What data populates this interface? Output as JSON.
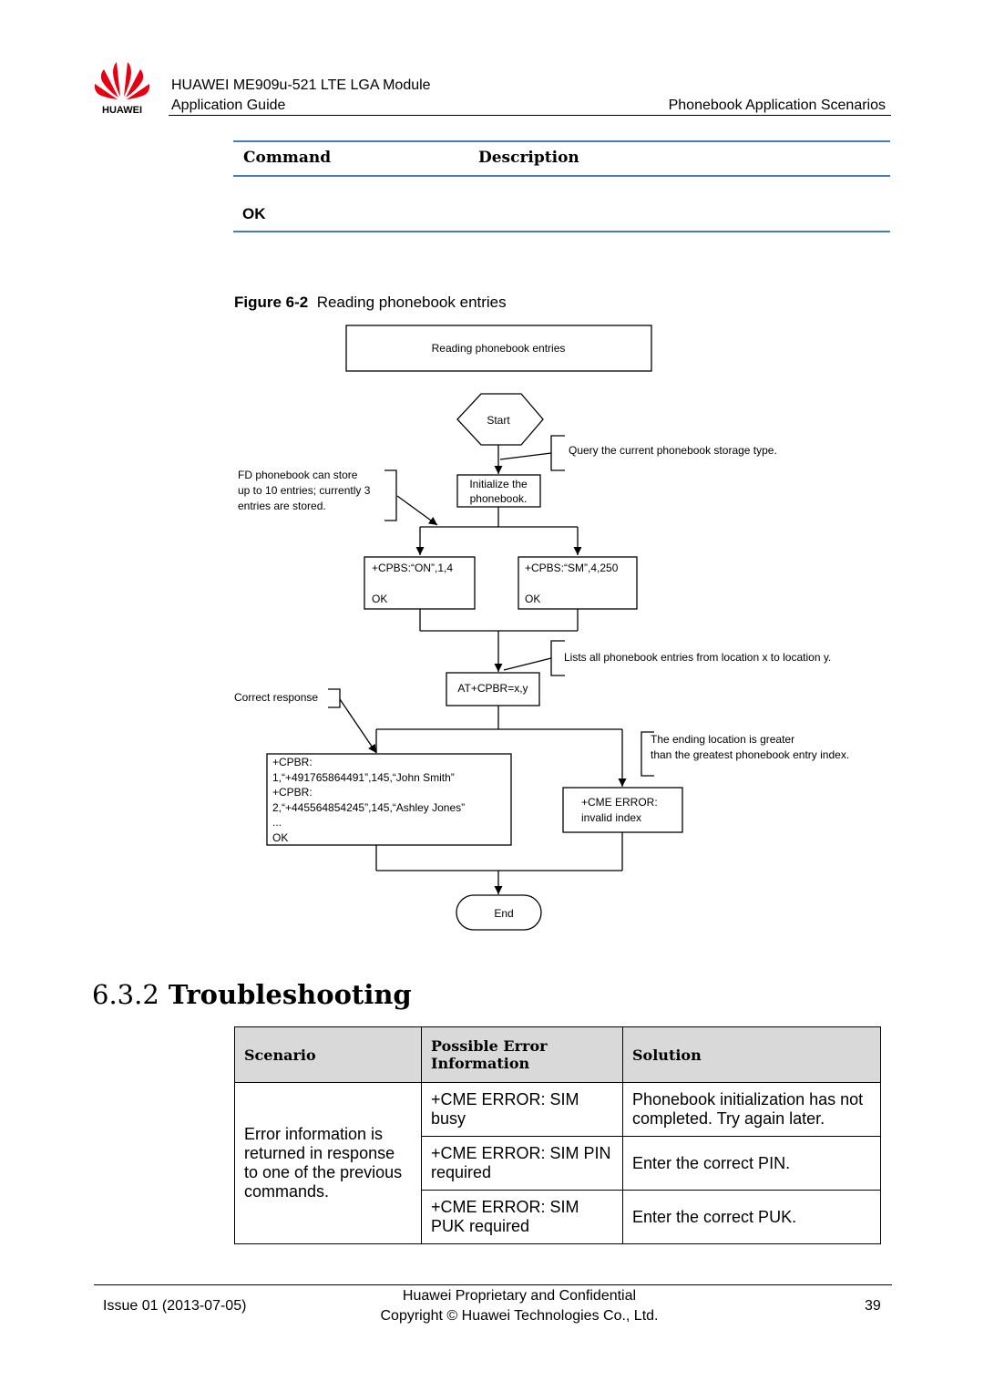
{
  "header": {
    "brand": "HUAWEI",
    "product": "HUAWEI ME909u-521 LTE LGA Module",
    "doc_type": "Application Guide",
    "section": "Phonebook Application Scenarios"
  },
  "command_table": {
    "col_command": "Command",
    "col_description": "Description",
    "row_value": "OK"
  },
  "figure": {
    "label": "Figure 6-2",
    "caption": "Reading phonebook entries",
    "box_title": "Reading phonebook entries",
    "start": "Start",
    "init_line1": "Initialize the",
    "init_line2": "phonebook.",
    "note_query": "Query the current phonebook storage type.",
    "note_fd1": "FD phonebook can store",
    "note_fd2": "up to 10 entries; currently 3",
    "note_fd3": "entries are stored.",
    "cpbs_on": "+CPBS:“ON”,1,4",
    "cpbs_on_ok": "OK",
    "cpbs_sm": "+CPBS:“SM”,4,250",
    "cpbs_sm_ok": "OK",
    "note_lists": "Lists all phonebook entries from location x to location y.",
    "cpbr_cmd": "AT+CPBR=x,y",
    "note_correct": "Correct response",
    "note_end1": "The ending location is greater",
    "note_end2": "than the greatest phonebook entry index.",
    "resp_line1": "+CPBR:",
    "resp_line2": "1,“+491765864491”,145,“John Smith”",
    "resp_line3": "+CPBR:",
    "resp_line4": "2,“+445564854245”,145,“Ashley Jones”",
    "resp_line5": "...",
    "resp_line6": "OK",
    "err_line1": "+CME ERROR:",
    "err_line2": "invalid index",
    "end": "End"
  },
  "section_heading": {
    "number": "6.3.2",
    "title": "Troubleshooting"
  },
  "trouble_table": {
    "headers": [
      "Scenario",
      "Possible Error Information",
      "Solution"
    ],
    "scenario": "Error information is returned in response to one of the previous commands.",
    "rows": [
      {
        "error": "+CME ERROR: SIM busy",
        "solution": "Phonebook initialization has not completed. Try again later."
      },
      {
        "error": "+CME ERROR: SIM PIN required",
        "solution": "Enter the correct PIN."
      },
      {
        "error": "+CME ERROR: SIM PUK required",
        "solution": "Enter the correct PUK."
      }
    ]
  },
  "footer": {
    "issue": "Issue 01 (2013-07-05)",
    "line1": "Huawei Proprietary and Confidential",
    "line2": "Copyright © Huawei Technologies Co., Ltd.",
    "page": "39"
  },
  "colors": {
    "brand_red": "#e60012",
    "rule_blue": "#4a7ab8",
    "table_header_gray": "#d9d9d9"
  }
}
